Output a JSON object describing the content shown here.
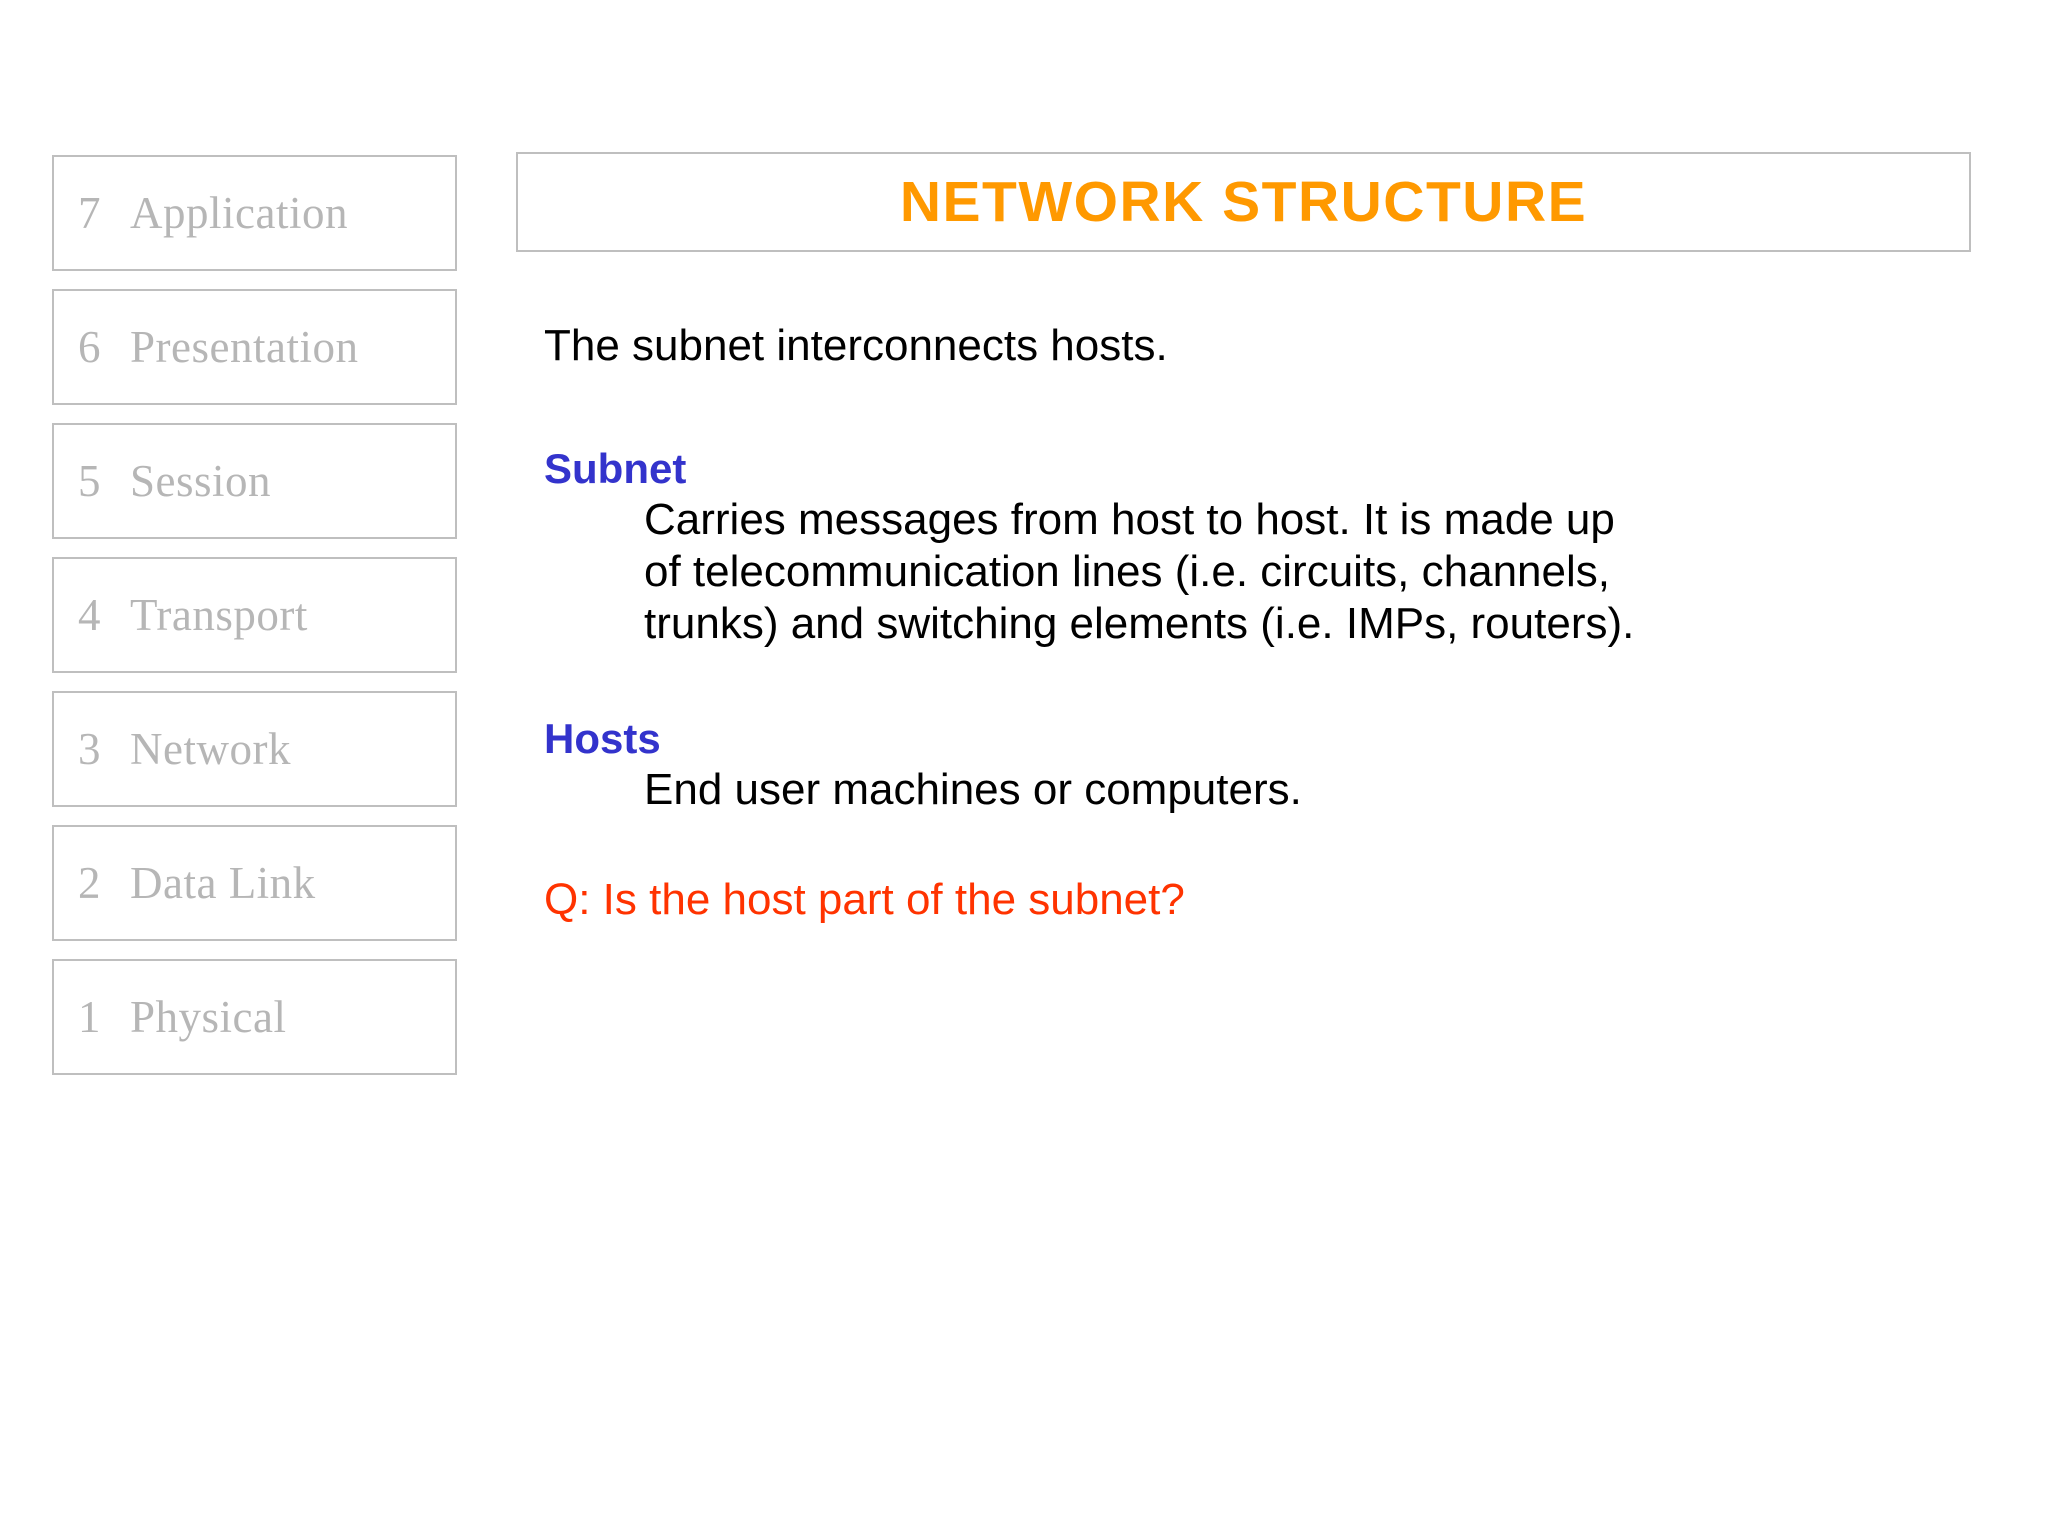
{
  "slide": {
    "title": "NETWORK STRUCTURE",
    "title_color": "#ff9900",
    "background": "#ffffff"
  },
  "osi_stack": {
    "label": "OSI layer stack",
    "border_color": "#bfbfbf",
    "text_color": "#b6b6b6",
    "layers": [
      {
        "number": "7",
        "name": "Application"
      },
      {
        "number": "6",
        "name": "Presentation"
      },
      {
        "number": "5",
        "name": "Session"
      },
      {
        "number": "4",
        "name": "Transport"
      },
      {
        "number": "3",
        "name": "Network"
      },
      {
        "number": "2",
        "name": "Data Link"
      },
      {
        "number": "1",
        "name": "Physical"
      }
    ]
  },
  "body": {
    "lead": "The subnet interconnects hosts.",
    "sections": [
      {
        "heading": "Subnet",
        "heading_color": "#3333cc",
        "lines": [
          "Carries messages from host to host. It is made up",
          "of telecommunication lines (i.e. circuits, channels,",
          "trunks) and switching elements (i.e. IMPs, routers)."
        ]
      },
      {
        "heading": "Hosts",
        "heading_color": "#3333cc",
        "lines": [
          "End user machines or computers."
        ]
      }
    ],
    "question": "Q: Is the host part of the subnet?",
    "question_color": "#ff3300"
  }
}
